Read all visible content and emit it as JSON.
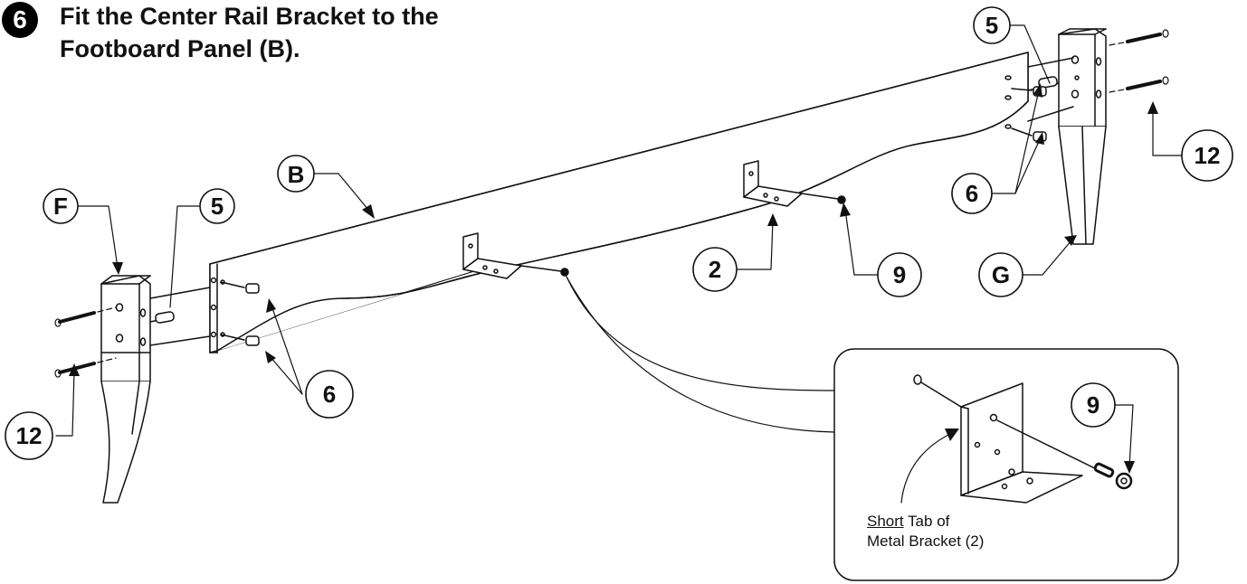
{
  "step": {
    "number": "6",
    "title_line1": "Fit the Center Rail Bracket to the",
    "title_line2": "Footboard Panel (B)."
  },
  "labels": {
    "B": "B",
    "F": "F",
    "G": "G",
    "dowel_left": "5",
    "dowel_right": "5",
    "bolt_left": "12",
    "bolt_right": "12",
    "nut_left": "6",
    "nut_right": "6",
    "bracket": "2",
    "screw_main": "9",
    "screw_detail": "9"
  },
  "detail": {
    "note_underlined": "Short",
    "note_rest_line1": " Tab of",
    "note_line2": "Metal Bracket (2)"
  }
}
